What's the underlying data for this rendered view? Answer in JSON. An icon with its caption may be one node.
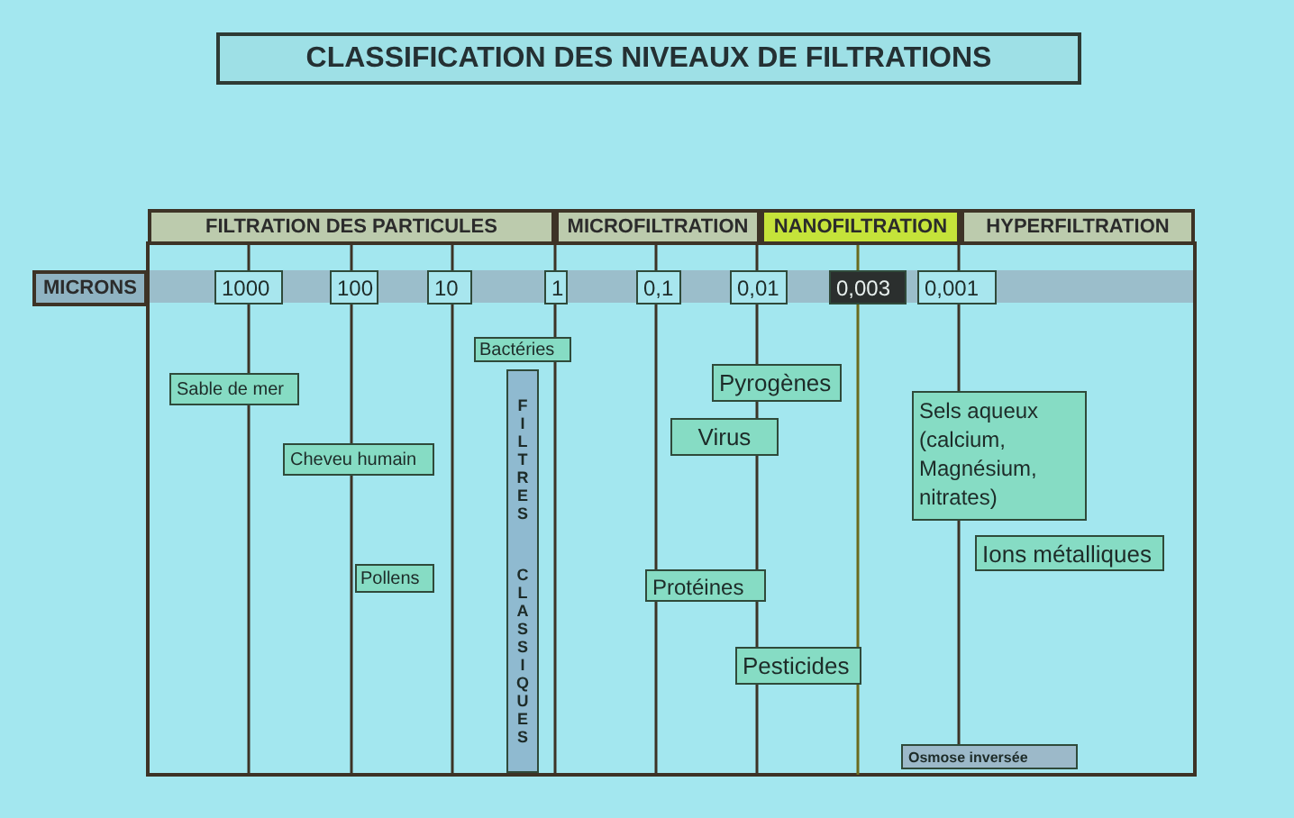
{
  "diagram": {
    "title": "CLASSIFICATION DES NIVEAUX DE FILTRATIONS",
    "nodes": [
      {
        "text": [
          "FILTRATION DES PARTICULES"
        ]
      },
      {
        "text": [
          "MICROFILTRATION"
        ]
      },
      {
        "text": [
          "NANOFILTRATION"
        ]
      },
      {
        "text": [
          "HYPERFILTRATION"
        ]
      },
      {
        "text": [
          "MICRONS"
        ]
      },
      {
        "text": [
          "1000"
        ]
      },
      {
        "text": [
          "100"
        ]
      },
      {
        "text": [
          "10"
        ]
      },
      {
        "text": [
          "1"
        ]
      },
      {
        "text": [
          "0,1"
        ]
      },
      {
        "text": [
          "0,01"
        ]
      },
      {
        "text": [
          "0,003"
        ]
      },
      {
        "text": [
          "0,001"
        ]
      },
      {
        "text": [
          "Bactéries"
        ]
      },
      {
        "text": [
          "Pyrogènes"
        ]
      },
      {
        "text": [
          "Sable de mer"
        ]
      },
      {
        "text": [
          "FILTRES CLASSIQUES"
        ]
      },
      {
        "text": [
          "Sels aqueux (calcium, Magnésium, nitrates)"
        ]
      },
      {
        "text": [
          "Virus"
        ]
      },
      {
        "text": [
          "Cheveu humain"
        ]
      },
      {
        "text": [
          "Ions métalliques"
        ]
      },
      {
        "text": [
          "Pollens"
        ]
      },
      {
        "text": [
          "Protéines"
        ]
      },
      {
        "text": [
          "Pesticides"
        ]
      },
      {
        "text": [
          "Osmose inversée"
        ]
      }
    ]
  }
}
